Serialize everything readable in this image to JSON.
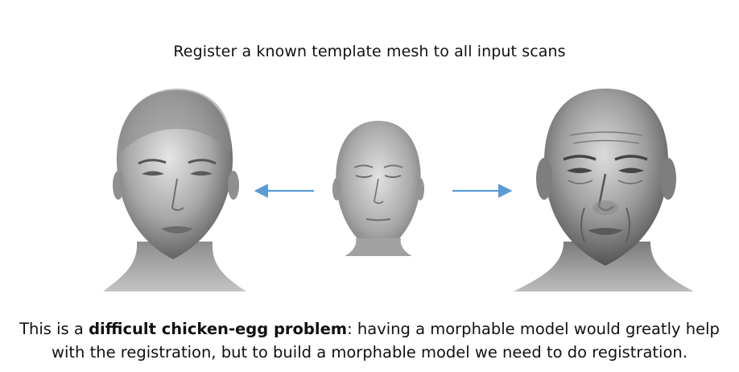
{
  "slide": {
    "title": "Register a known template mesh to all input scans",
    "caption": {
      "line1_prefix": "This is a ",
      "line1_bold": "difficult chicken-egg problem",
      "line1_suffix": ": having a morphable model would greatly help",
      "line2": "with the registration, but to build a morphable model we need to do registration."
    }
  },
  "figures": {
    "left": {
      "name": "input-scan-woman",
      "icon": "face-scan"
    },
    "center": {
      "name": "template-mesh",
      "icon": "face-template"
    },
    "right": {
      "name": "input-scan-old-man",
      "icon": "face-scan"
    }
  },
  "colors": {
    "arrow": "#5b9bd5",
    "mesh_light": "#d9d9d9",
    "mesh_mid": "#9a9a9a",
    "mesh_dark": "#4a4a4a"
  }
}
